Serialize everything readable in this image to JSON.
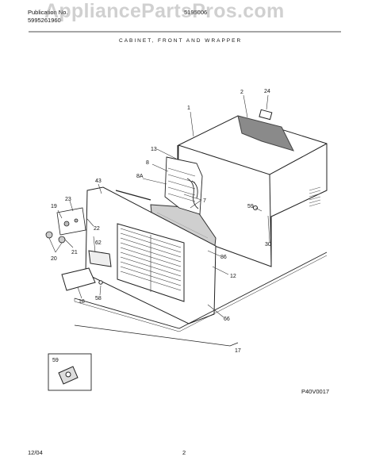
{
  "header": {
    "pub_label": "Publication No.",
    "pub_number": "5995261960",
    "model": "5195006",
    "section_title": "CABINET, FRONT AND WRAPPER"
  },
  "watermark": "AppliancePartsPros.com",
  "diagram_code": "P40V0017",
  "footer": {
    "date": "12/04",
    "page": "2"
  },
  "callouts": [
    "1",
    "2",
    "24",
    "13",
    "8",
    "8A",
    "43",
    "7",
    "23",
    "19",
    "22",
    "59",
    "62",
    "20",
    "21",
    "86",
    "12",
    "30",
    "18",
    "58",
    "66",
    "17",
    "59"
  ]
}
